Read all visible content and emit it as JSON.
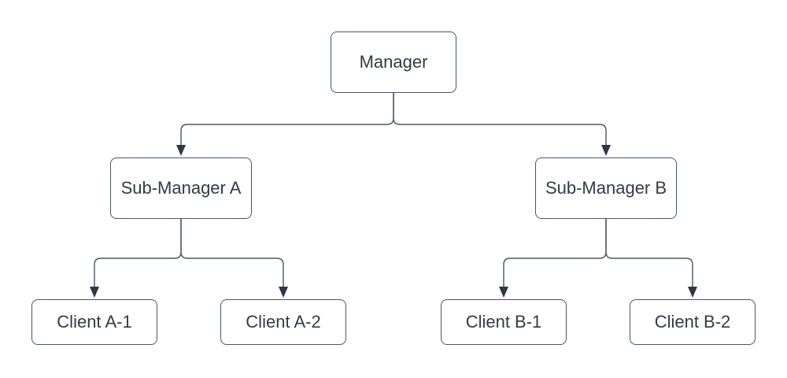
{
  "diagram": {
    "type": "org-chart",
    "colors": {
      "background": "#ffffff",
      "node_fill": "#ffffff",
      "node_border": "#4d5663",
      "line": "#4d5663",
      "arrow": "#2e3644",
      "text": "#333a47"
    },
    "nodes": [
      {
        "id": "manager",
        "label": "Manager"
      },
      {
        "id": "sub-manager-a",
        "label": "Sub-Manager A"
      },
      {
        "id": "sub-manager-b",
        "label": "Sub-Manager B"
      },
      {
        "id": "client-a-1",
        "label": "Client A-1"
      },
      {
        "id": "client-a-2",
        "label": "Client A-2"
      },
      {
        "id": "client-b-1",
        "label": "Client B-1"
      },
      {
        "id": "client-b-2",
        "label": "Client B-2"
      }
    ],
    "edges": [
      {
        "from": "Manager",
        "to": "Sub-Manager A"
      },
      {
        "from": "Manager",
        "to": "Sub-Manager B"
      },
      {
        "from": "Sub-Manager A",
        "to": "Client A-1"
      },
      {
        "from": "Sub-Manager A",
        "to": "Client A-2"
      },
      {
        "from": "Sub-Manager B",
        "to": "Client B-1"
      },
      {
        "from": "Sub-Manager B",
        "to": "Client B-2"
      }
    ]
  }
}
